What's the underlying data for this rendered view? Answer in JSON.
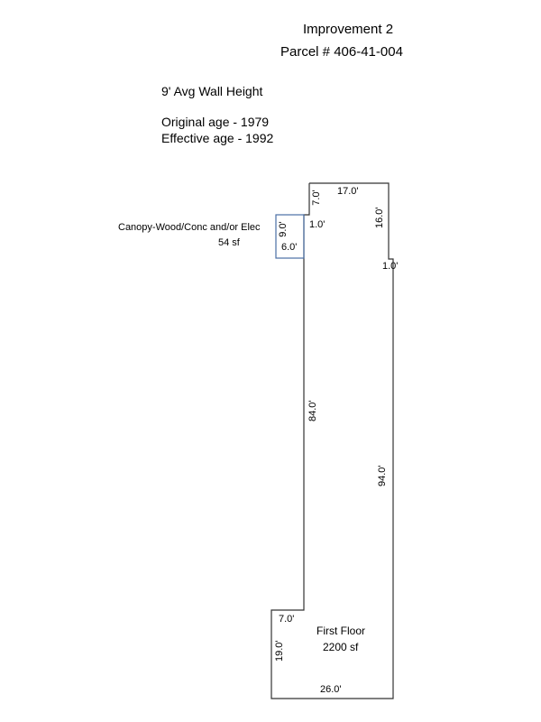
{
  "header": {
    "title": "Improvement 2",
    "parcel": "Parcel # 406-41-004"
  },
  "info": {
    "wall_height": "9' Avg Wall Height",
    "original_age": "Original age - 1979",
    "effective_age": "Effective age  -  1992"
  },
  "canopy": {
    "name": "Canopy-Wood/Conc and/or Elec",
    "area": "54 sf",
    "dim_height": "9.0'",
    "dim_width": "6.0'",
    "outline_color": "#4a6fa5"
  },
  "first_floor": {
    "name": "First Floor",
    "area": "2200 sf",
    "outline_color": "#333333",
    "dims": {
      "top_left_vertical": "7.0'",
      "top": "17.0'",
      "right_upper": "16.0'",
      "step_small_left": "1.0'",
      "step_small_right": "1.0'",
      "left_long": "84.0'",
      "right_long": "94.0'",
      "bottom_step": "7.0'",
      "bottom_left": "19.0'",
      "bottom": "26.0'"
    }
  }
}
